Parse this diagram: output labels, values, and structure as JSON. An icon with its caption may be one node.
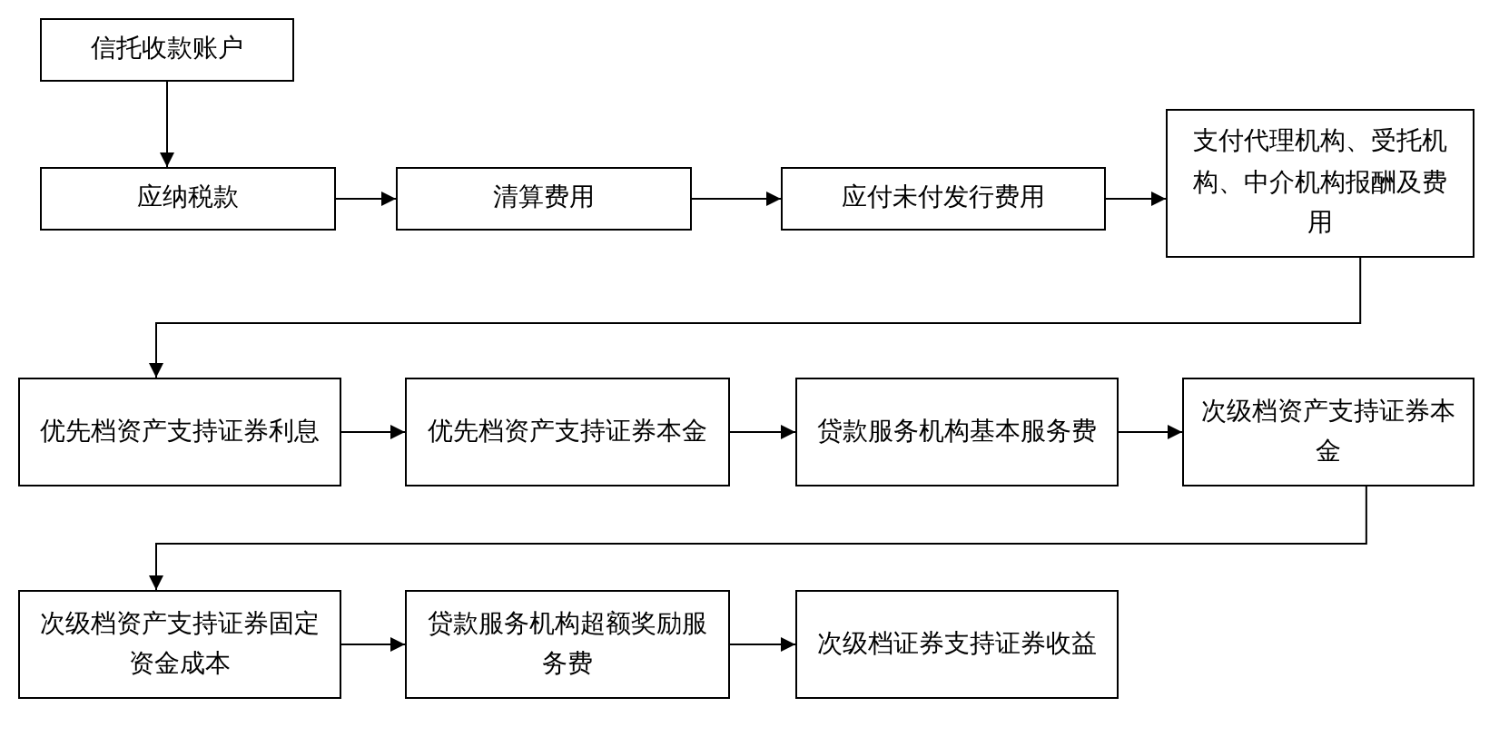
{
  "diagram": {
    "nodes": [
      {
        "text": [
          "信托收款账户"
        ]
      },
      {
        "text": [
          "应纳税款"
        ]
      },
      {
        "text": [
          "清算费用"
        ]
      },
      {
        "text": [
          "应付未付发行费用"
        ]
      },
      {
        "text": [
          "支付代理机构、受托机构、中介机构报酬及费用"
        ]
      },
      {
        "text": [
          "优先档资产支持证券利息"
        ]
      },
      {
        "text": [
          "优先档资产支持证券本金"
        ]
      },
      {
        "text": [
          "贷款服务机构基本服务费"
        ]
      },
      {
        "text": [
          "次级档资产支持证券本金"
        ]
      },
      {
        "text": [
          "次级档资产支持证券固定资金成本"
        ]
      },
      {
        "text": [
          "贷款服务机构超额奖励服务费"
        ]
      },
      {
        "text": [
          "次级档证券支持证券收益"
        ]
      }
    ],
    "edges": [
      {
        "from": 0,
        "to": 1,
        "arrow": "to"
      },
      {
        "from": 1,
        "to": 2,
        "arrow": "to"
      },
      {
        "from": 2,
        "to": 3,
        "arrow": "to"
      },
      {
        "from": 3,
        "to": 4,
        "arrow": "to"
      },
      {
        "from": 4,
        "to": 5,
        "arrow": "to"
      },
      {
        "from": 5,
        "to": 6,
        "arrow": "to"
      },
      {
        "from": 6,
        "to": 7,
        "arrow": "to"
      },
      {
        "from": 7,
        "to": 8,
        "arrow": "to"
      },
      {
        "from": 8,
        "to": 9,
        "arrow": "to"
      },
      {
        "from": 9,
        "to": 10,
        "arrow": "to"
      },
      {
        "from": 10,
        "to": 11,
        "arrow": "to"
      }
    ]
  }
}
